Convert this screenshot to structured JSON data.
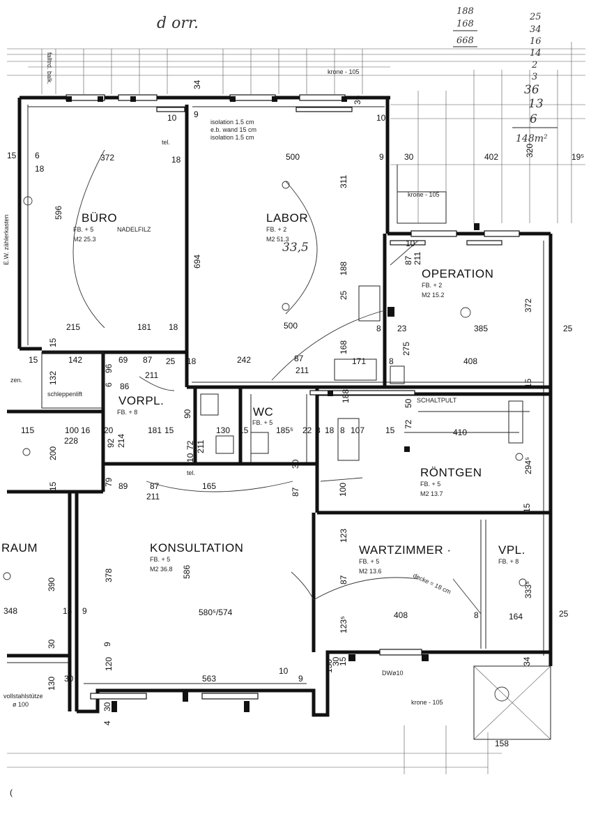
{
  "handwritten": {
    "top_note": "d orr.",
    "sum_a": [
      "188",
      "168"
    ],
    "sum_a_total": "668",
    "sum_b": [
      "25",
      "34",
      "16",
      "14",
      "2",
      "3",
      "36",
      "13",
      "6"
    ],
    "sum_b_total": "148m²",
    "labor_area": "33,5",
    "konsultation_area": "580⁵/574"
  },
  "rooms": {
    "buero": {
      "name": "BÜRO",
      "fb": "FB. + 5",
      "m2": "M2  25.3",
      "extra": "NADELFILZ"
    },
    "labor": {
      "name": "LABOR",
      "fb": "FB. + 2",
      "m2": "M2  51.3"
    },
    "operation": {
      "name": "OPERATION",
      "fb": "FB. + 2",
      "m2": "M2  15.2"
    },
    "vorpl": {
      "name": "VORPL.",
      "fb": "FB. + 8"
    },
    "wc": {
      "name": "WC",
      "fb": "FB. + 5"
    },
    "roentgen": {
      "name": "RÖNTGEN",
      "fb": "FB. + 5",
      "m2": "M2  13.7"
    },
    "konsultation": {
      "name": "KONSULTATION",
      "fb": "FB. + 5",
      "m2": "M2  36.8"
    },
    "wartzimmer": {
      "name": "WARTZIMMER ·",
      "fb": "FB. + 5",
      "m2": "M2  13.6"
    },
    "vpl": {
      "name": "VPL.",
      "fb": "FB. + 8"
    },
    "raum": {
      "name": "RAUM"
    }
  },
  "notes": {
    "isolation_1": "isolation   1.5  cm",
    "eb_wand": "e.b. wand   15   cm",
    "isolation_2": "isolation   1.5  cm",
    "krone_top": "krone - 105",
    "krone_right": "krone - 105",
    "krone_bottom": "krone - 105",
    "schaltpult": "SCHALTPULT",
    "decke": "decke = 18 cm",
    "vollstahl": "vollstahlstütze",
    "vollstahl_dia": "ø 100",
    "zaehlerkasten": "E.W.  zählerkasten",
    "schleppenlift": "schleppenlift",
    "falltrepp": "falltrd. balk.",
    "zen": "zen.",
    "dw": "DWø10",
    "tel1": "tel.",
    "tel2": "tel."
  },
  "dims": {
    "d34a": "34",
    "d15a": "15",
    "d6": "6",
    "d18a": "18",
    "d372a": "372",
    "d18b": "18",
    "d9a": "9",
    "d500a": "500",
    "d9b": "9",
    "d30a": "30",
    "d402": "402",
    "d320": "320",
    "d195": "19⁵",
    "d10a": "10",
    "d10b": "10",
    "d36": "36",
    "d596": "596",
    "d311": "311",
    "d694": "694",
    "d215": "215",
    "d181a": "181",
    "d18c": "18",
    "d500b": "500",
    "d188": "188",
    "d25a": "25",
    "d168": "168",
    "d10c": "10",
    "d87a": "87",
    "d211a": "211",
    "d372b": "372",
    "d8a": "8",
    "d23": "23",
    "d385": "385",
    "d25b": "25",
    "d275": "275",
    "d15b": "15",
    "d142": "142",
    "d15c": "15",
    "d69": "69",
    "d87b": "87",
    "d25c": "25",
    "d18d": "18",
    "d242": "242",
    "d87c": "87",
    "d171": "171",
    "d8b": "8",
    "d408a": "408",
    "d132": "132",
    "d96": "96",
    "d6b": "6",
    "d211b": "211",
    "d86": "86",
    "d211c": "211",
    "d15d": "15",
    "d115": "115",
    "d100": "100",
    "d16": "16",
    "d20": "20",
    "d181b": "181",
    "d15e": "15",
    "d90": "90",
    "d130a": "130",
    "d15f": "15",
    "d1855": "185⁵",
    "d22": "22",
    "d8c": "8",
    "d18e": "18",
    "d8d": "8",
    "d107": "107",
    "d15g": "15",
    "d72a": "72",
    "d410": "410",
    "d50": "50",
    "d188b": "188",
    "d228": "228",
    "d200": "200",
    "d214": "214",
    "d92": "92",
    "d72b": "72",
    "d211d": "211",
    "d10d": "10",
    "d2945": "294⁵",
    "d79": "79",
    "d89": "89",
    "d87d": "87",
    "d211e": "211",
    "d165": "165",
    "d30b": "30",
    "d87e": "87",
    "d100b": "100",
    "d15h": "15",
    "d123": "123",
    "d378": "378",
    "d586": "586",
    "d390": "390",
    "d348": "348",
    "d87f": "87",
    "d3335": "333⁵",
    "d15i": "15",
    "d9c": "9",
    "d408b": "408",
    "d8e": "8",
    "d164": "164",
    "d25d": "25",
    "d1235": "123⁵",
    "d30c": "30",
    "d9d": "9",
    "d120": "120",
    "d10e": "10",
    "d130b": "130",
    "d30d": "30",
    "d563": "563",
    "d9e": "9",
    "d30e": "30",
    "d4": "4",
    "d34b": "34",
    "d158": "158",
    "d15j": "15",
    "d30f": "30",
    "d130c": "130",
    "d15k": "15"
  }
}
